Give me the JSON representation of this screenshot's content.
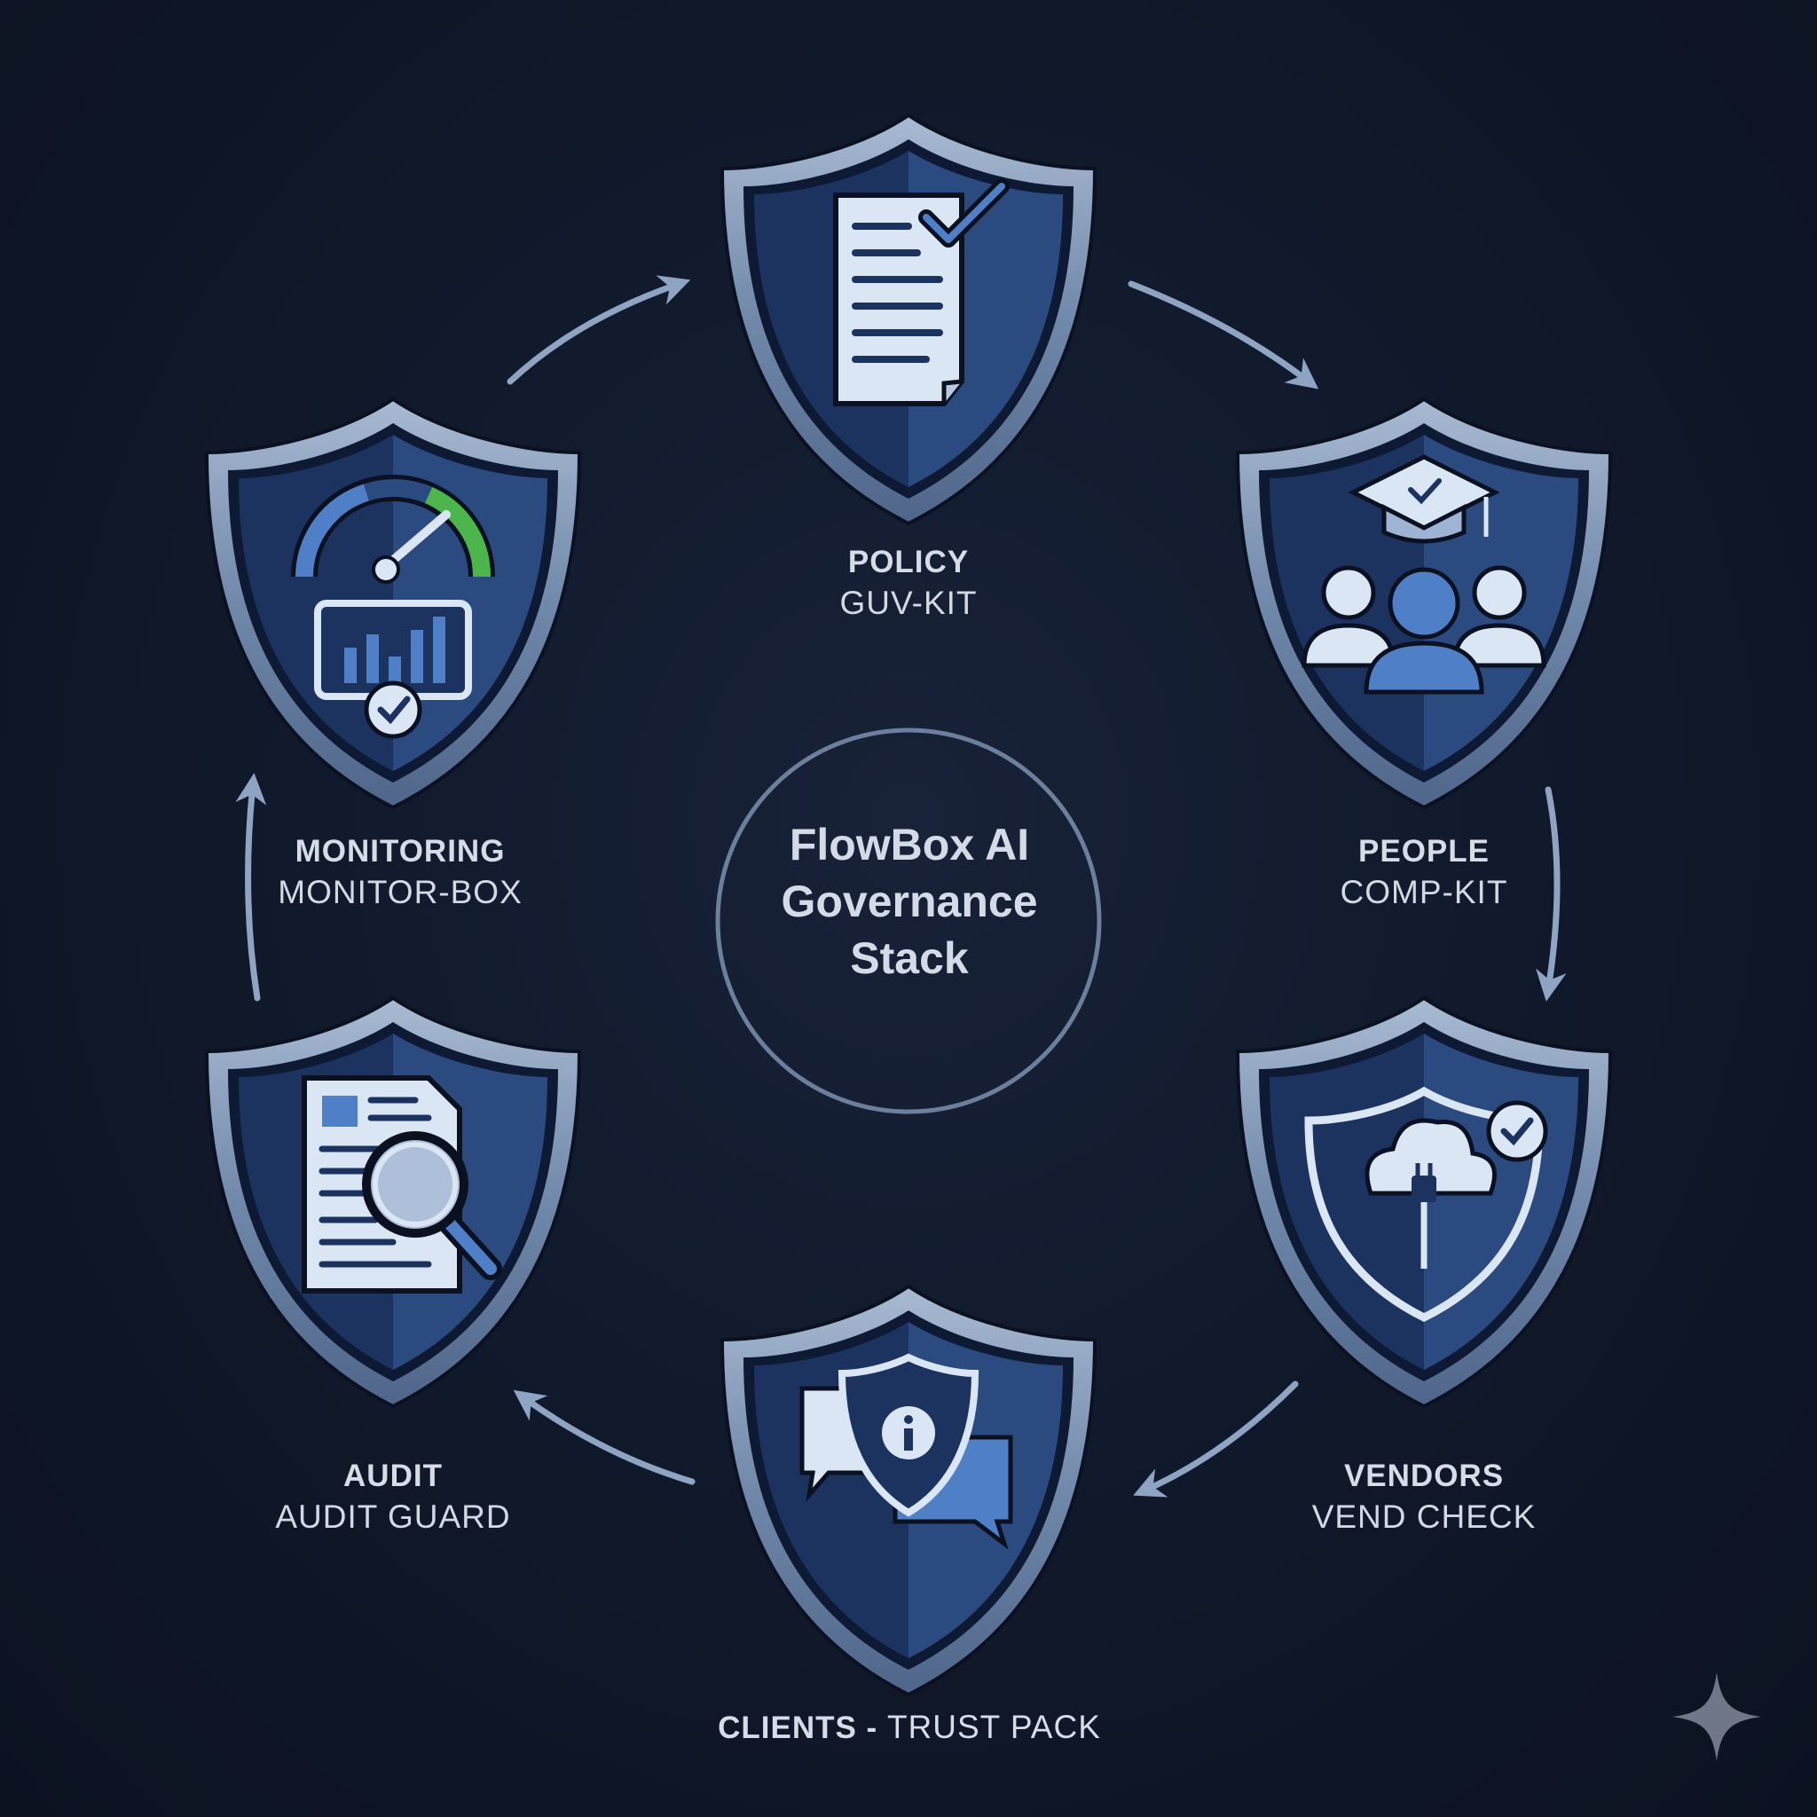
{
  "center": {
    "title_line1": "FlowBox AI",
    "title_line2": "Governance",
    "title_line3": "Stack"
  },
  "nodes": {
    "policy": {
      "title": "POLICY",
      "subtitle": "GUV-KIT",
      "icon": "document-check-icon"
    },
    "people": {
      "title": "PEOPLE",
      "subtitle": "COMP-KIT",
      "icon": "graduation-people-icon"
    },
    "vendors": {
      "title": "VENDORS",
      "subtitle": "VEND CHECK",
      "icon": "cloud-plug-check-icon"
    },
    "clients": {
      "title": "CLIENTS",
      "separator": " - ",
      "subtitle": "TRUST PACK",
      "icon": "chat-info-shield-icon"
    },
    "audit": {
      "title": "AUDIT",
      "subtitle": "AUDIT GUARD",
      "icon": "document-magnifier-icon"
    },
    "monitoring": {
      "title": "MONITORING",
      "subtitle": "MONITOR-BOX",
      "icon": "gauge-chart-check-icon"
    }
  },
  "colors": {
    "background": "#0f1524",
    "shield_dark": "#1c3360",
    "shield_light": "#2a4a80",
    "shield_rim": "#7f96b5",
    "icon_light": "#dbe6f5",
    "icon_blue": "#4f7fc6",
    "gauge_green": "#4cb64c",
    "arrow": "#8fa4c2",
    "text": "#d6dde8"
  }
}
